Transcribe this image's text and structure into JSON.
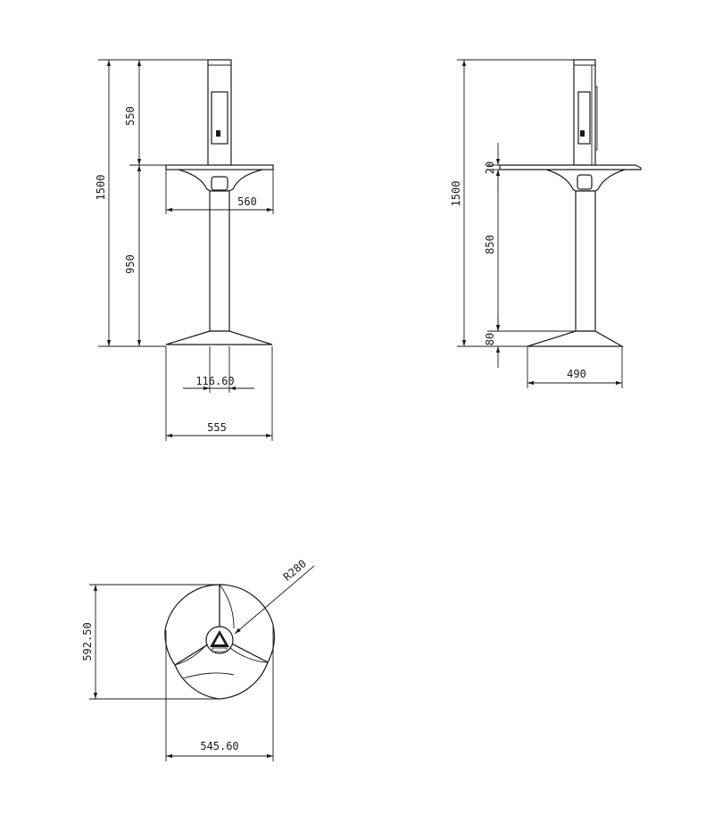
{
  "drawing": {
    "front_view": {
      "total_height": "1500",
      "upper_height": "550",
      "lower_height": "950",
      "tray_width": "560",
      "column_width": "116.60",
      "base_width": "555"
    },
    "side_view": {
      "total_height": "1500",
      "tray_thickness": "20",
      "column_height": "850",
      "base_height": "80",
      "base_width": "490"
    },
    "top_view": {
      "radius": "R280",
      "depth": "592.50",
      "width": "545.60"
    }
  }
}
